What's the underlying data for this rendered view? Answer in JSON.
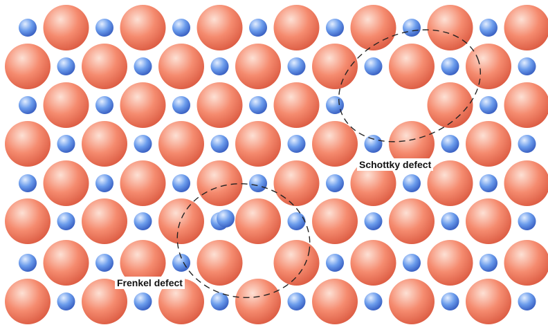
{
  "diagram": {
    "labels": {
      "schottky": "Schottky defect",
      "frenkel": "Frenkel defect"
    },
    "colors": {
      "large_ion_light": "#fde0d4",
      "large_ion": "#f58b6f",
      "large_ion_dark": "#dd5e45",
      "small_ion_light": "#e3eeff",
      "small_ion": "#6b9cec",
      "small_ion_dark": "#3c63c4",
      "background": "#ffffff",
      "dashed_outline": "#222222"
    },
    "lattice": {
      "columns": 14,
      "rows": 8,
      "pattern": "alternating large and small ions (rock-salt)"
    },
    "defects": [
      {
        "type": "Schottky",
        "description": "one large and one small ion vacancy pair"
      },
      {
        "type": "Frenkel",
        "description": "small ion displaced to an interstitial site"
      }
    ]
  }
}
